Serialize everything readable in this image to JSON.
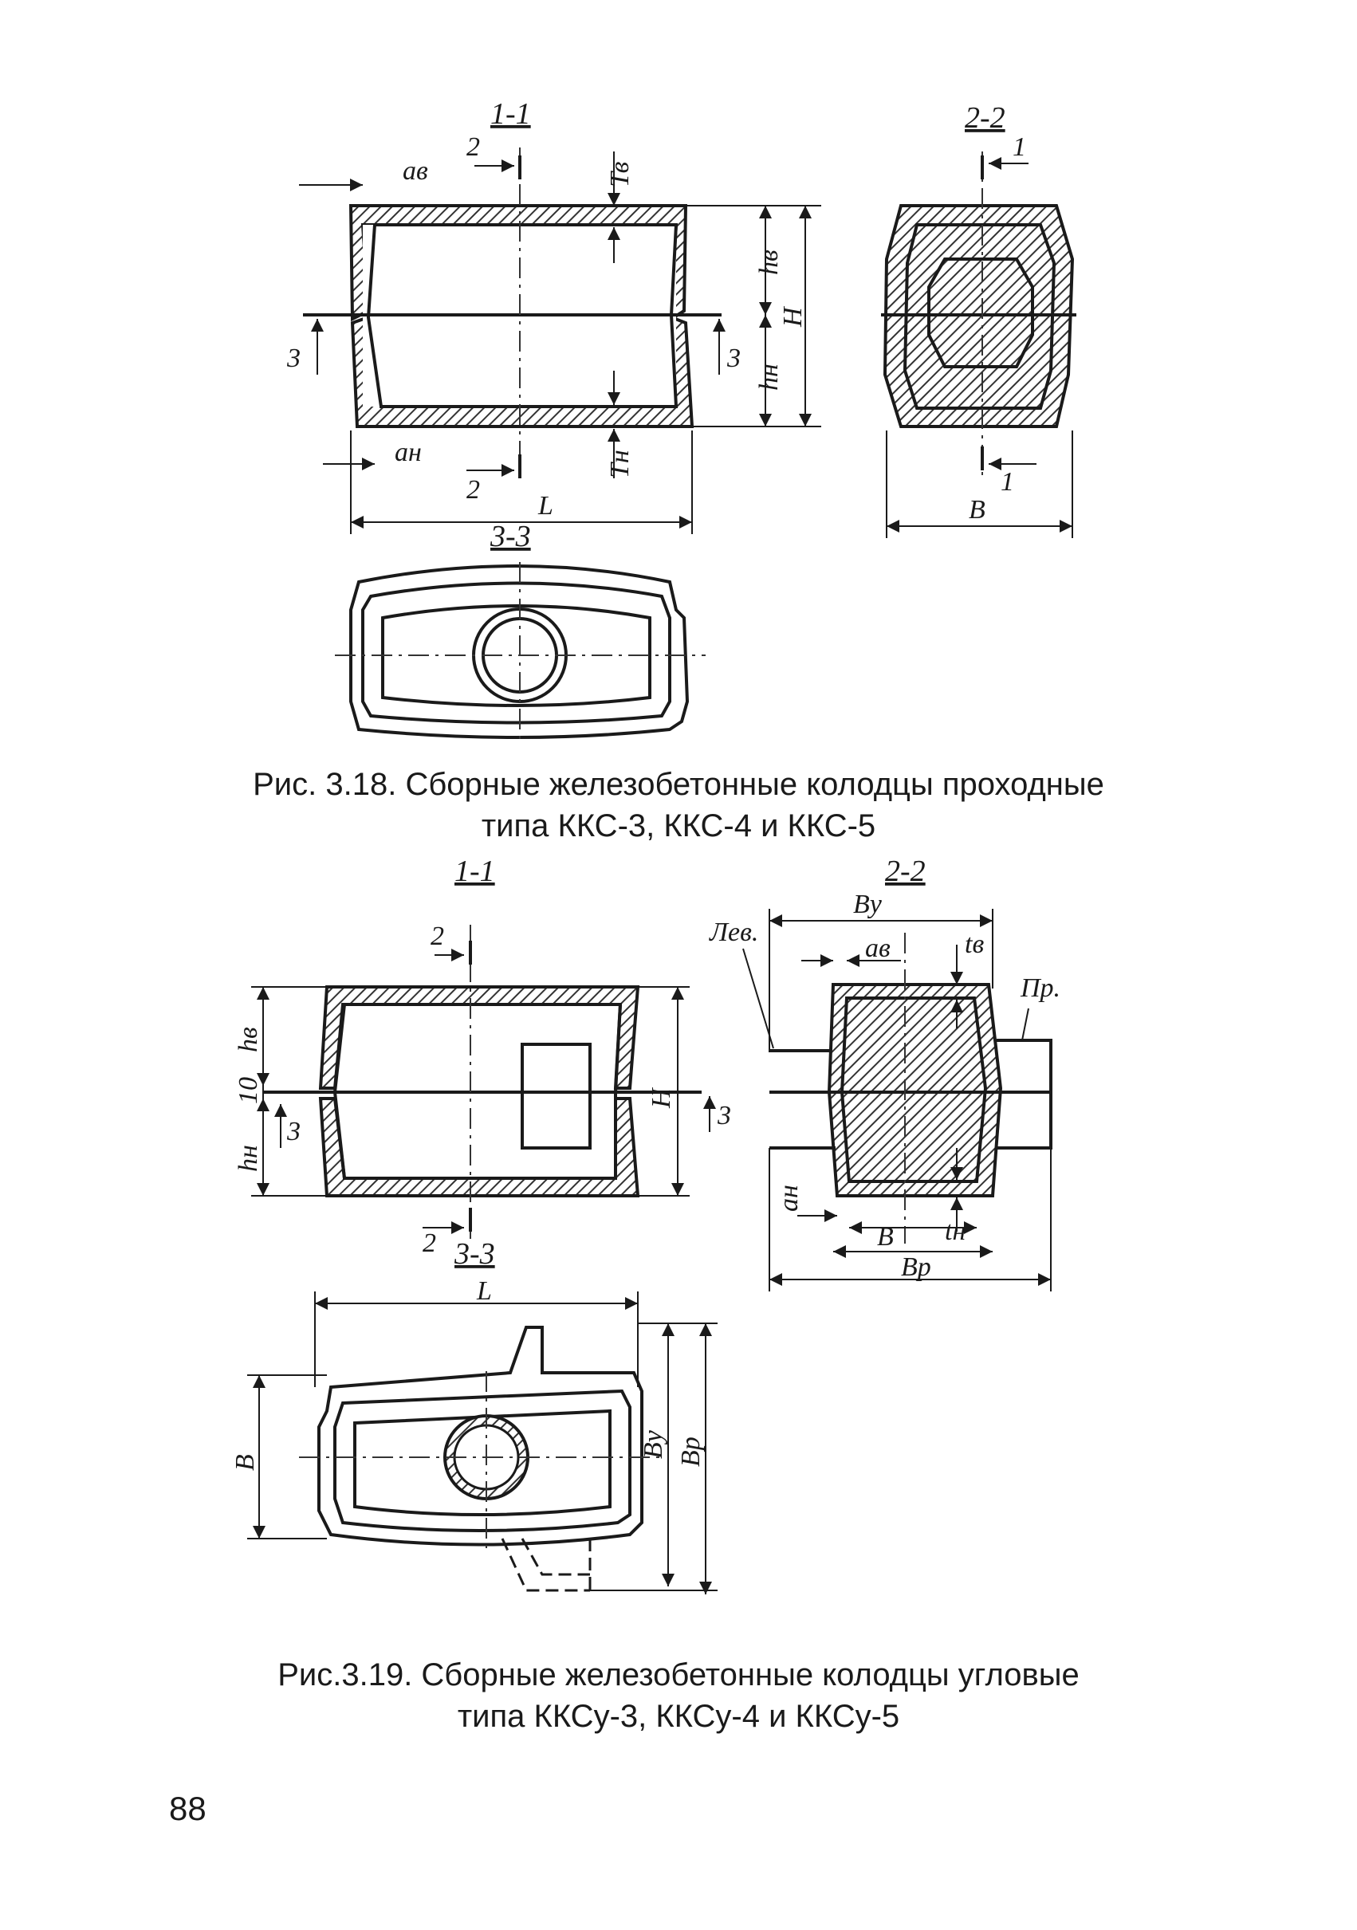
{
  "figure1": {
    "caption_line1": "Рис. 3.18. Сборные железобетонные колодцы проходные",
    "caption_line2": "типа ККС-3, ККС-4 и ККС-5",
    "section_11": "1-1",
    "section_22": "2-2",
    "section_33": "3-3",
    "mark_2": "2",
    "mark_1": "1",
    "mark_3": "3",
    "label_av": "aв",
    "label_an": "aн",
    "label_tv": "Тв",
    "label_tn": "Тн",
    "label_hv": "hв",
    "label_hn": "hн",
    "label_H": "H",
    "label_L": "L",
    "label_B": "B"
  },
  "figure2": {
    "caption_line1": "Рис.3.19. Сборные железобетонные колодцы угловые",
    "caption_line2": "типа ККСу-3, ККСу-4 и ККСу-5",
    "section_11": "1-1",
    "section_22": "2-2",
    "section_33": "3-3",
    "mark_2": "2",
    "mark_3": "3",
    "label_10": "10",
    "label_hv": "hв",
    "label_hn": "hн",
    "label_H": "H",
    "label_By": "Bу",
    "label_lev": "Лев.",
    "label_pr": "Пр.",
    "label_av": "aв",
    "label_an": "aн",
    "label_tv": "tв",
    "label_tn": "tн",
    "label_B": "B",
    "label_Bp": "Bр",
    "label_L": "L"
  },
  "page_number": "88"
}
